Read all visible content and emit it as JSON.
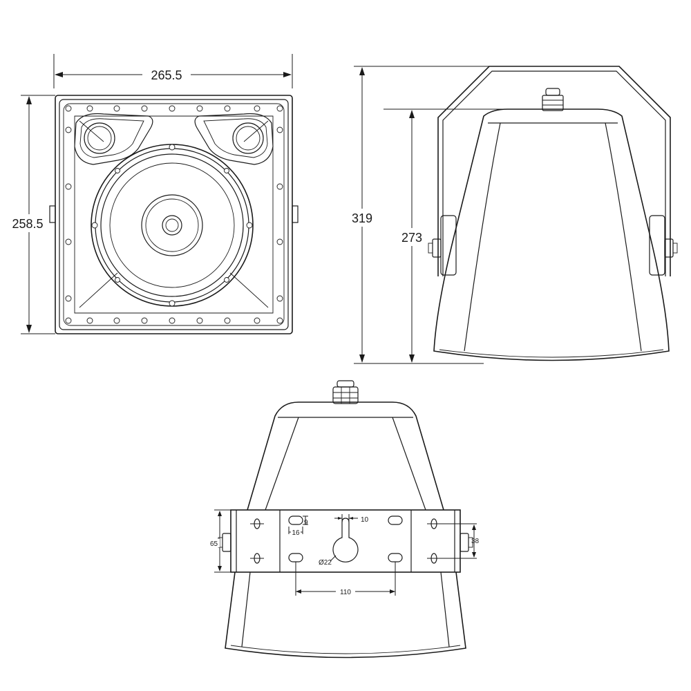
{
  "front_view": {
    "width_dim": "265.5",
    "height_dim": "258.5"
  },
  "side_view": {
    "overall_height_dim": "319",
    "body_height_dim": "273"
  },
  "rear_view": {
    "slot_height_dim": "9",
    "slot_width_dim": "16",
    "keyhole_width_dim": "10",
    "keyhole_diameter_dim": "Ø22",
    "slot_spacing_dim": "110",
    "bracket_height_dim": "65",
    "hole_spacing_dim": "38"
  }
}
